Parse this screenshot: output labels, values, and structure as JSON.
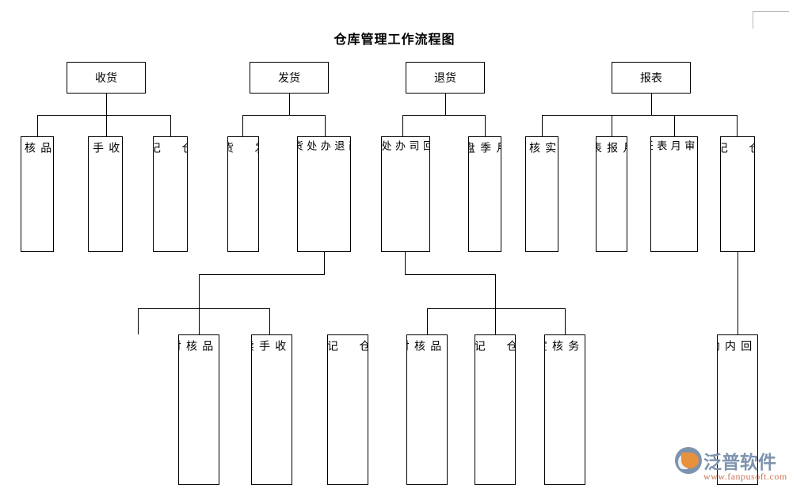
{
  "document": {
    "title": "仓库管理工作流程图",
    "page_background": "#ffffff",
    "line_color": "#000000",
    "text_color": "#000000"
  },
  "watermark": {
    "brand": "泛普软件",
    "url": "www.fanpusoft.com",
    "brand_color": "#7d93ad",
    "accent_color": "#e8913c",
    "url_color": "#c9775a"
  },
  "chart_data": {
    "type": "diagram",
    "diagram_kind": "org-tree / flowchart",
    "title": "仓库管理工作流程图",
    "orientation": "top-down, 4 root branches",
    "roots": [
      {
        "id": "receiving",
        "label": "收货",
        "children": [
          "产品核对",
          "签收手续",
          "入仓 记帐"
        ]
      },
      {
        "id": "shipping",
        "label": "发货",
        "children": [
          "发货",
          "接事商家退货办处理"
        ]
      },
      {
        "id": "returns",
        "label": "退货",
        "children": [
          "办事处退货回公司",
          "周月季盘点"
        ]
      },
      {
        "id": "reports",
        "label": "报表",
        "children": [
          "帐实核对",
          "月报表",
          "报表主任审核",
          "出仓 记帐"
        ]
      }
    ],
    "sub_branches": [
      {
        "parent": "接事商家退货办处理",
        "children": [
          "产品核对",
          "签收手续",
          "入仓 记帐"
        ]
      },
      {
        "parent": "办事处退货回公司",
        "children": [
          "产品核对",
          "出仓 记帐",
          "内勤财务核定报销"
        ]
      },
      {
        "parent": "出仓 记帐",
        "children": [
          "定时寄回内勤处理"
        ]
      }
    ]
  },
  "nodes": {
    "root_shouhuo": "收货",
    "root_fahuo": "发货",
    "root_tuihuo": "退货",
    "root_baobiao": "报表",
    "r1_chanpinheidui": "产\n品\n核\n对",
    "r1_qianshoushouxu": "签\n收\n手\n续",
    "r1_rucangjizhang": "入\n仓\n\n记\n帐",
    "r1_fahuo": "发\n\n货",
    "r1_banshi_right": "事\n接\n商\n退",
    "r1_banshi_left": "办\n处\n货\n家\n货",
    "r1_tuihuo_right": "事\n退\n回\n司",
    "r1_tuihuo_left": "办\n处\n货\n公",
    "r1_pandian": "周\n月\n季\n盘\n点",
    "r1_zhangshiheidui": "帐\n实\n核\n对",
    "r1_yuebaobiao": "月\n报\n表",
    "r1_shenhe_right": "报\n主\n审",
    "r1_shenhe_left": "月\n表\n任\n核",
    "r1_chucangjizhang": "出\n仓\n\n记\n帐",
    "r2_chanpinheidui_a": "产\n品\n核\n对",
    "r2_qianshoushouxu": "签\n收\n手\n续",
    "r2_rucangjizhang": "入\n仓\n\n记\n帐",
    "r2_chanpinheidui_b": "产\n品\n核\n对",
    "r2_chucangjizhang": "出\n仓\n\n记\n帐",
    "r2_neiqin": "内\n勤\n财\n务\n核\n定\n报\n销",
    "r2_dingshi": "定\n时\n寄\n回\n内\n勤\n处\n理"
  }
}
